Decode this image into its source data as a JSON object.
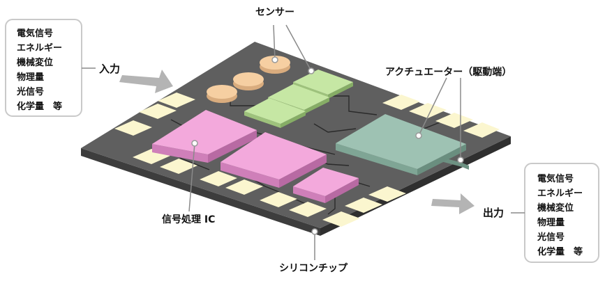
{
  "input_box": {
    "lines": [
      "電気信号",
      "エネルギー",
      "機械変位",
      "物理量",
      "光信号",
      "化学量　等"
    ]
  },
  "output_box": {
    "lines": [
      "電気信号",
      "エネルギー",
      "機械変位",
      "物理量",
      "光信号",
      "化学量　等"
    ]
  },
  "labels": {
    "input": "入力",
    "output": "出力",
    "sensor": "センサー",
    "actuator": "アクチュエーター（駆動端）",
    "signal_ic": "信号処理 IC",
    "silicon_chip": "シリコンチップ"
  },
  "colors": {
    "chip_top": "#5f5f5f",
    "chip_side": "#3d3d3d",
    "pad": "#fbf6cf",
    "ic": "#f3a9dc",
    "sensor_pad": "#c6e7a4",
    "sensor_disc": "#f6cfa2",
    "actuator": "#9ec2b3",
    "arrow": "#b4b4b4",
    "box_border": "#c9c9c9",
    "leader": "#8a8a8a"
  }
}
